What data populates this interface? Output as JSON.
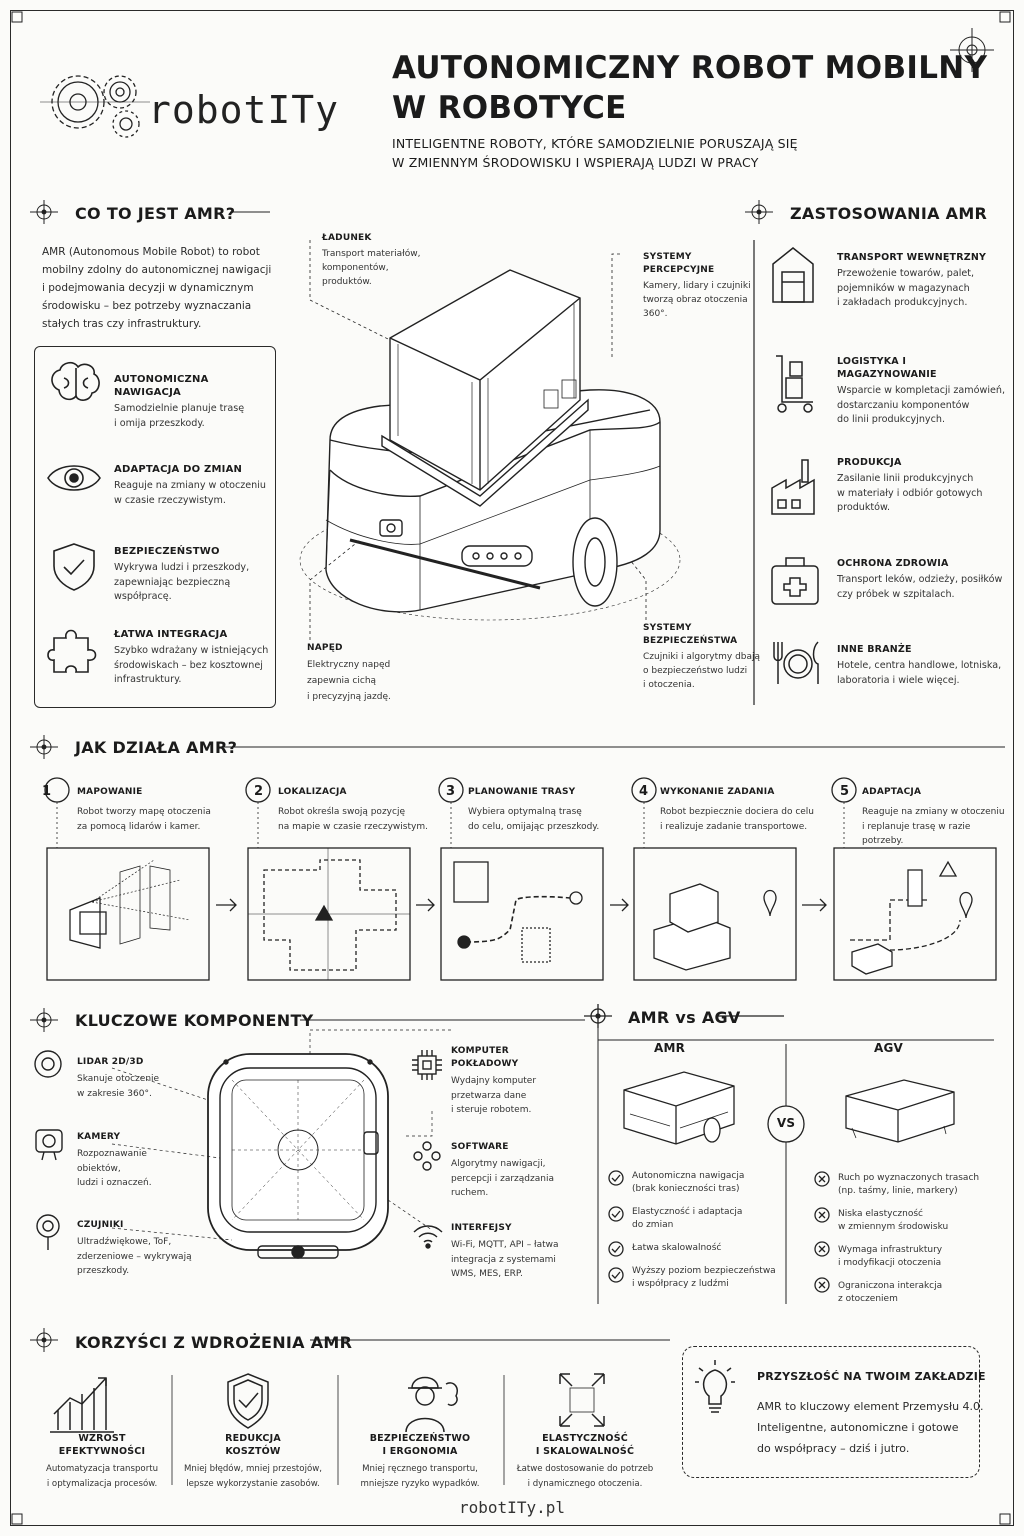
{
  "brand": {
    "logo_text": "robotITy",
    "footer": "robotITy.pl"
  },
  "header": {
    "title_line1": "AUTONOMICZNY ROBOT MOBILNY",
    "title_line2": "W ROBOTYCE",
    "subtitle_line1": "INTELIGENTNE ROBOTY, KTÓRE SAMODZIELNIE PORUSZAJĄ SIĘ",
    "subtitle_line2": "W ZMIENNYM ŚRODOWISKU I WSPIERAJĄ LUDZI W PRACY"
  },
  "what": {
    "title": "CO TO JEST AMR?",
    "lines": [
      "AMR (Autonomous Mobile Robot) to robot",
      "mobilny zdolny do autonomicznej nawigacji",
      "i podejmowania decyzji w dynamicznym",
      "środowisku – bez potrzeby wyznaczania",
      "stałych tras czy infrastruktury."
    ],
    "features": [
      {
        "icon": "brain-icon",
        "title": "AUTONOMICZNA NAWIGACJA",
        "l1": "Samodzielnie planuje trasę",
        "l2": "i omija przeszkody.",
        "l3": ""
      },
      {
        "icon": "eye-icon",
        "title": "ADAPTACJA DO ZMIAN",
        "l1": "Reaguje na zmiany w otoczeniu",
        "l2": "w czasie rzeczywistym.",
        "l3": ""
      },
      {
        "icon": "shield-check-icon",
        "title": "BEZPIECZEŃSTWO",
        "l1": "Wykrywa ludzi i przeszkody,",
        "l2": "zapewniając bezpieczną współpracę.",
        "l3": ""
      },
      {
        "icon": "puzzle-icon",
        "title": "ŁATWA INTEGRACJA",
        "l1": "Szybko wdrażany w istniejących",
        "l2": "środowiskach – bez kosztownej",
        "l3": "infrastruktury."
      }
    ]
  },
  "robot_labels": {
    "ladunek": {
      "title": "ŁADUNEK",
      "l1": "Transport materiałów,",
      "l2": "komponentów,",
      "l3": "produktów."
    },
    "percepcja": {
      "title": "SYSTEMY PERCEPCYJNE",
      "l1": "Kamery, lidary i czujniki",
      "l2": "tworzą obraz otoczenia",
      "l3": "360°."
    },
    "naped": {
      "title": "NAPĘD",
      "l1": "Elektryczny napęd",
      "l2": "zapewnia cichą",
      "l3": "i precyzyjną jazdę."
    },
    "bezp": {
      "title1": "SYSTEMY",
      "title2": "BEZPIECZEŃSTWA",
      "l1": "Czujniki i algorytmy dbają",
      "l2": "o bezpieczeństwo ludzi",
      "l3": "i otoczenia."
    }
  },
  "apps": {
    "title": "ZASTOSOWANIA AMR",
    "items": [
      {
        "icon": "warehouse-icon",
        "title": "TRANSPORT WEWNĘTRZNY",
        "l1": "Przewożenie towarów, palet,",
        "l2": "pojemników w magazynach",
        "l3": "i zakładach produkcyjnych."
      },
      {
        "icon": "hand-truck-icon",
        "title": "LOGISTYKA I MAGAZYNOWANIE",
        "l1": "Wsparcie w kompletacji zamówień,",
        "l2": "dostarczaniu komponentów",
        "l3": "do linii produkcyjnych."
      },
      {
        "icon": "factory-icon",
        "title": "PRODUKCJA",
        "l1": "Zasilanie linii produkcyjnych",
        "l2": "w materiały i odbiór gotowych",
        "l3": "produktów."
      },
      {
        "icon": "medical-kit-icon",
        "title": "OCHRONA ZDROWIA",
        "l1": "Transport leków, odzieży, posiłków",
        "l2": "czy próbek w szpitalach.",
        "l3": ""
      },
      {
        "icon": "cutlery-icon",
        "title": "INNE BRANŻE",
        "l1": "Hotele, centra handlowe, lotniska,",
        "l2": "laboratoria i wiele więcej.",
        "l3": ""
      }
    ]
  },
  "how": {
    "title": "JAK DZIAŁA AMR?",
    "steps": [
      {
        "n": "1",
        "title": "MAPOWANIE",
        "l1": "Robot tworzy mapę otoczenia",
        "l2": "za pomocą lidarów i kamer."
      },
      {
        "n": "2",
        "title": "LOKALIZACJA",
        "l1": "Robot określa swoją pozycję",
        "l2": "na mapie w czasie rzeczywistym."
      },
      {
        "n": "3",
        "title": "PLANOWANIE TRASY",
        "l1": "Wybiera optymalną trasę",
        "l2": "do celu, omijając przeszkody."
      },
      {
        "n": "4",
        "title": "WYKONANIE ZADANIA",
        "l1": "Robot bezpiecznie dociera do celu",
        "l2": "i realizuje zadanie transportowe."
      },
      {
        "n": "5",
        "title": "ADAPTACJA",
        "l1": "Reaguje na zmiany w otoczeniu",
        "l2": "i replanuje trasę w razie potrzeby."
      }
    ]
  },
  "components": {
    "title": "KLUCZOWE KOMPONENTY",
    "left": [
      {
        "icon": "lidar-icon",
        "title": "LIDAR 2D/3D",
        "l1": "Skanuje otoczenie",
        "l2": "w zakresie 360°.",
        "l3": ""
      },
      {
        "icon": "camera-icon",
        "title": "KAMERY",
        "l1": "Rozpoznawanie obiektów,",
        "l2": "ludzi i oznaczeń.",
        "l3": ""
      },
      {
        "icon": "sensor-icon",
        "title": "CZUJNIKI",
        "l1": "Ultradźwiękowe, ToF,",
        "l2": "zderzeniowe – wykrywają",
        "l3": "przeszkody."
      }
    ],
    "right": [
      {
        "icon": "chip-icon",
        "title1": "KOMPUTER",
        "title2": "POKŁADOWY",
        "l1": "Wydajny komputer",
        "l2": "przetwarza dane",
        "l3": "i steruje robotem."
      },
      {
        "icon": "software-icon",
        "title1": "SOFTWARE",
        "title2": "",
        "l1": "Algorytmy nawigacji,",
        "l2": "percepcji i zarządzania",
        "l3": "ruchem."
      },
      {
        "icon": "wifi-icon",
        "title1": "INTERFEJSY",
        "title2": "",
        "l1": "Wi-Fi, MQTT, API – łatwa",
        "l2": "integracja z systemami",
        "l3": "WMS, MES, ERP."
      }
    ]
  },
  "vs": {
    "title": "AMR vs AGV",
    "amr": "AMR",
    "agv": "AGV",
    "vs": "VS",
    "amr_points": [
      {
        "l1": "Autonomiczna nawigacja",
        "l2": "(brak konieczności tras)"
      },
      {
        "l1": "Elastyczność i adaptacja",
        "l2": "do zmian"
      },
      {
        "l1": "Łatwa skalowalność",
        "l2": ""
      },
      {
        "l1": "Wyższy poziom bezpieczeństwa",
        "l2": "i współpracy z ludźmi"
      }
    ],
    "agv_points": [
      {
        "l1": "Ruch po wyznaczonych trasach",
        "l2": "(np. taśmy, linie, markery)"
      },
      {
        "l1": "Niska elastyczność",
        "l2": "w zmiennym środowisku"
      },
      {
        "l1": "Wymaga infrastruktury",
        "l2": "i modyfikacji otoczenia"
      },
      {
        "l1": "Ograniczona interakcja",
        "l2": "z otoczeniem"
      }
    ]
  },
  "benefits": {
    "title": "KORZYŚCI Z WDROŻENIA AMR",
    "items": [
      {
        "icon": "growth-chart-icon",
        "t1": "WZROST",
        "t2": "EFEKTYWNOŚCI",
        "l1": "Automatyzacja transportu",
        "l2": "i optymalizacja procesów."
      },
      {
        "icon": "shield-check-icon",
        "t1": "REDUKCJA",
        "t2": "KOSZTÓW",
        "l1": "Mniej błędów, mniej przestojów,",
        "l2": "lepsze wykorzystanie zasobów."
      },
      {
        "icon": "worker-icon",
        "t1": "BEZPIECZEŃSTWO",
        "t2": "I ERGONOMIA",
        "l1": "Mniej ręcznego transportu,",
        "l2": "mniejsze ryzyko wypadków."
      },
      {
        "icon": "expand-arrows-icon",
        "t1": "ELASTYCZNOŚĆ",
        "t2": "I SKALOWALNOŚĆ",
        "l1": "Łatwe dostosowanie do potrzeb",
        "l2": "i dynamicznego otoczenia."
      }
    ]
  },
  "future": {
    "title": "PRZYSZŁOŚĆ NA TWOIM ZAKŁADZIE",
    "l1": "AMR to kluczowy element Przemysłu 4.0.",
    "l2": "Inteligentne, autonomiczne i gotowe",
    "l3": "do współpracy – dziś i jutro."
  }
}
